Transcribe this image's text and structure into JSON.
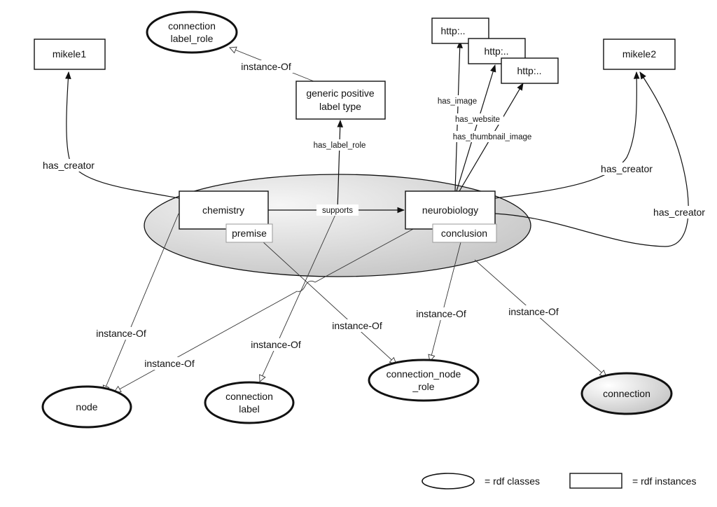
{
  "nodes": {
    "mikele1": "mikele1",
    "mikele2": "mikele2",
    "connection_label_role_1": "connection",
    "connection_label_role_2": "label_role",
    "generic_label_type_1": "generic positive",
    "generic_label_type_2": "label type",
    "http1": "http:..",
    "http2": "http:..",
    "http3": "http:..",
    "chemistry": "chemistry",
    "neurobiology": "neurobiology",
    "premise": "premise",
    "conclusion": "conclusion",
    "node": "node",
    "connection_label_1": "connection",
    "connection_label_2": "label",
    "connection_node_role_1": "connection_node",
    "connection_node_role_2": "_role",
    "connection": "connection"
  },
  "edges": {
    "has_creator_left": "has_creator",
    "has_creator_right1": "has_creator",
    "has_creator_right2": "has_creator",
    "instance_of_generic": "instance-Of",
    "has_label_role": "has_label_role",
    "supports": "supports",
    "has_image": "has_image",
    "has_website": "has_website",
    "has_thumbnail_image": "has_thumbnail_image",
    "instance_of_node_chem": "instance-Of",
    "instance_of_node_neuro": "instance-Of",
    "instance_of_conn_label": "instance-Of",
    "instance_of_premise": "instance-Of",
    "instance_of_conclusion": "instance-Of",
    "instance_of_connection": "instance-Of"
  },
  "legend": {
    "classes": "= rdf classes",
    "instances": "= rdf instances"
  }
}
